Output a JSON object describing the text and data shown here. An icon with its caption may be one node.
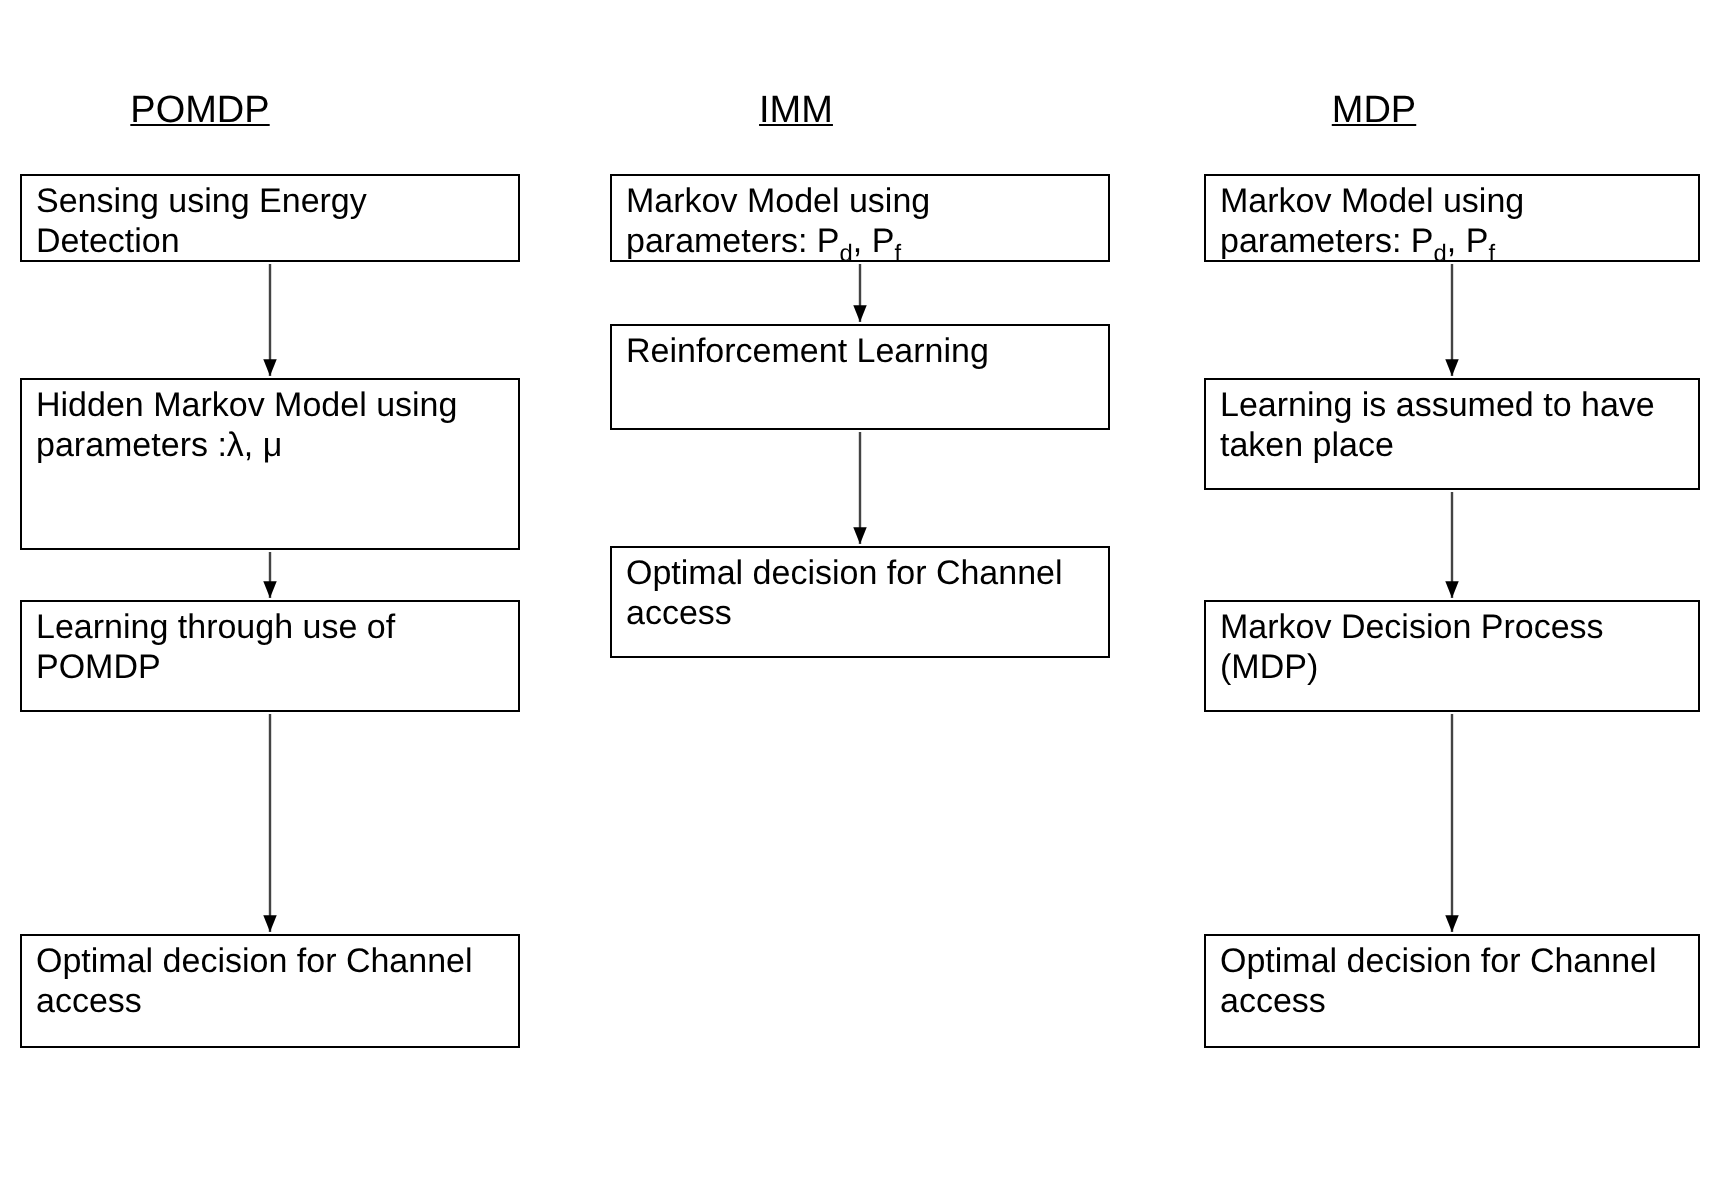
{
  "diagram": {
    "nodes": [
      {
        "text": [
          "Sensing using Energy Detection"
        ]
      },
      {
        "text": [
          "Hidden Markov Model using parameters :λ, μ"
        ]
      },
      {
        "text": [
          "Learning through use of POMDP"
        ]
      },
      {
        "text": [
          "Optimal decision for Channel access"
        ]
      },
      {
        "text": [
          "Markov Model using parameters: P$_{d}$, P$_{f}$"
        ]
      },
      {
        "text": [
          "Reinforcement Learning"
        ]
      },
      {
        "text": [
          "Optimal decision for Channel access"
        ]
      },
      {
        "text": [
          "Markov Model using parameters: P$_{d}$, P$_{f}$"
        ]
      },
      {
        "text": [
          "Learning is assumed to have taken place"
        ]
      },
      {
        "text": [
          "Markov Decision Process (MDP)"
        ]
      },
      {
        "text": [
          "Optimal decision for Channel access"
        ]
      }
    ],
    "edges": [
      {
        "from": 0,
        "to": 1,
        "arrow": "to"
      },
      {
        "from": 1,
        "to": 2,
        "arrow": "to"
      },
      {
        "from": 2,
        "to": 3,
        "arrow": "to"
      },
      {
        "from": 4,
        "to": 5,
        "arrow": "to"
      },
      {
        "from": 5,
        "to": 6,
        "arrow": "to"
      },
      {
        "from": 7,
        "to": 8,
        "arrow": "to"
      },
      {
        "from": 8,
        "to": 9,
        "arrow": "to"
      },
      {
        "from": 9,
        "to": 10,
        "arrow": "to"
      }
    ],
    "labels": [
      "POMDP",
      "IMM",
      "MDP"
    ]
  }
}
